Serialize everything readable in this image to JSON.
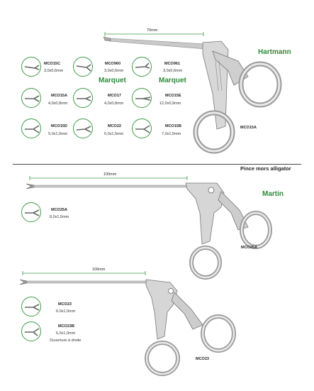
{
  "section1": {
    "brand": "Hartmann",
    "measure": "70mm",
    "main_code": "MCO15A",
    "subgroup_label_1": "Marquet",
    "subgroup_label_2": "Marquet",
    "items": [
      {
        "code": "MCO15C",
        "spec": "3,0x0,6mm"
      },
      {
        "code": "MCO960",
        "spec": "3,0x0,6mm"
      },
      {
        "code": "MCO961",
        "spec": "3,0x0,6mm"
      },
      {
        "code": "MCO15A",
        "spec": "4,0x0,8mm"
      },
      {
        "code": "MCO17",
        "spec": "4,0x0,8mm"
      },
      {
        "code": "MCO15E",
        "spec": "12,0x0,9mm"
      },
      {
        "code": "MCO15D",
        "spec": "5,0x1,0mm"
      },
      {
        "code": "MCO22",
        "spec": "6,0x1,5mm"
      },
      {
        "code": "MCO15B",
        "spec": "7,0x1,5mm"
      }
    ]
  },
  "section2": {
    "heading": "Pince mors alligator",
    "brand": "Martin",
    "measure": "100mm",
    "main_code": "MCO25A",
    "item": {
      "code": "MCO25A",
      "spec": "8,0x1,5mm"
    }
  },
  "section3": {
    "measure": "100mm",
    "main_code": "MCO23",
    "items": [
      {
        "code": "MCO23",
        "spec": "6,0x1,0mm"
      },
      {
        "code": "MCO23B",
        "spec": "6,0x1,0mm",
        "note": "Ouverture à droite"
      }
    ]
  }
}
